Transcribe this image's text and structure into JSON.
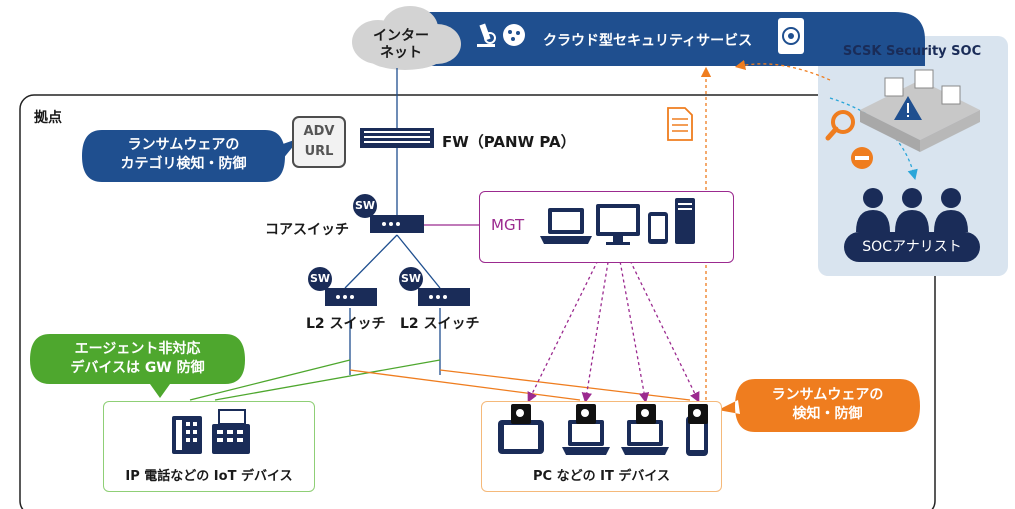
{
  "cloud": {
    "line1": "インター",
    "line2": "ネット"
  },
  "banner": {
    "title": "クラウド型セキュリティサービス"
  },
  "soc": {
    "title": "SCSK Security SOC",
    "analyst_label": "SOCアナリスト"
  },
  "site": {
    "title": "拠点"
  },
  "adv_url": {
    "line1": "ADV",
    "line2": "URL"
  },
  "firewall": {
    "label": "FW（PANW PA）"
  },
  "bubbles": {
    "ransomware_category": {
      "line1": "ランサムウェアの",
      "line2": "カテゴリ検知・防御"
    },
    "agent_unsupported": {
      "line1": "エージェント非対応",
      "line2": "デバイスは GW 防御"
    },
    "ransomware_detect": {
      "line1": "ランサムウェアの",
      "line2": "検知・防御"
    }
  },
  "switches": {
    "sw_badge": "SW",
    "core_label": "コアスイッチ",
    "l2_left_label": "L2 スイッチ",
    "l2_right_label": "L2 スイッチ"
  },
  "mgt": {
    "label": "MGT"
  },
  "iot": {
    "label": "IP 電話などの IoT デバイス"
  },
  "it": {
    "label": "PC などの IT デバイス"
  },
  "colors": {
    "navy": "#1a2c58",
    "banner_blue": "#1f4f8f",
    "orange": "#ef7d1f",
    "green": "#4ea72e",
    "purple": "#9b2a8f",
    "soc_panel": "#d9e4ef",
    "light_blue_arrow": "#2aa6d9"
  },
  "icons": [
    "microscope-icon",
    "brain-network-icon",
    "tablet-target-icon",
    "document-icon",
    "laptop-icon",
    "monitor-icon",
    "tablet-icon",
    "tower-pc-icon",
    "ip-phone-icon",
    "fax-icon",
    "agent-q-icon",
    "warning-icon",
    "magnifier-icon",
    "block-icon",
    "analyst-person-icon"
  ]
}
